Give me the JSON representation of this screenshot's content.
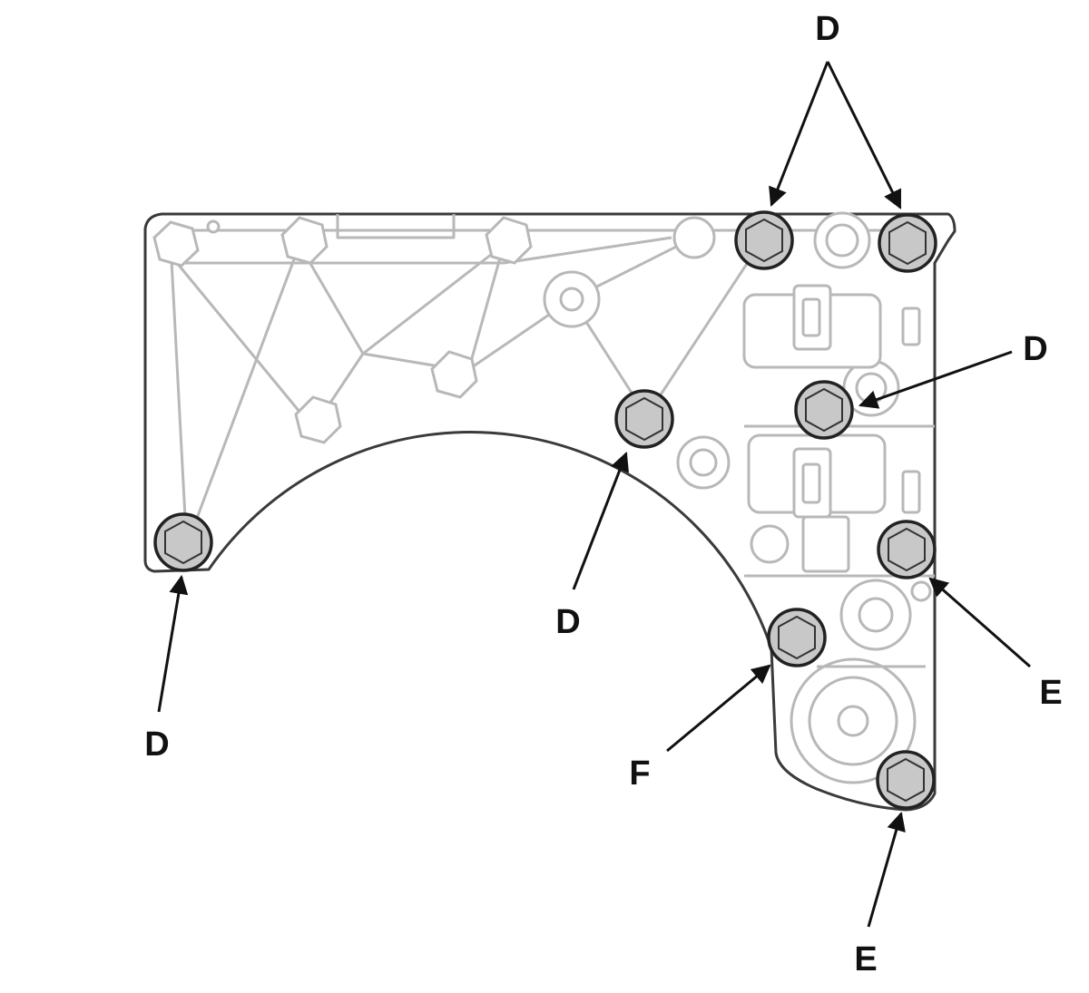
{
  "callouts": {
    "d_top": "D",
    "d_right": "D",
    "d_center": "D",
    "d_left": "D",
    "e_right": "E",
    "e_bottom": "E",
    "f": "F"
  },
  "colors": {
    "bolt_fill": "#c8c8c8",
    "outline": "#3a3a3a",
    "detail_lines": "#b8b8b8",
    "arrows": "#111111"
  }
}
